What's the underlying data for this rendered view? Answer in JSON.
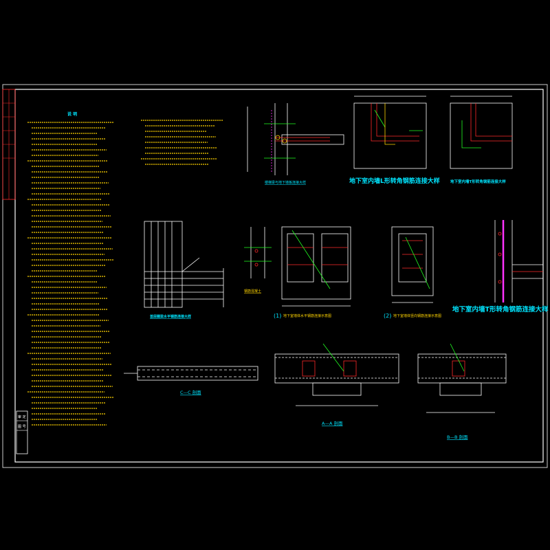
{
  "notes": {
    "heading": "说 明"
  },
  "titles": {
    "t1": "楼梯梁与地下墙板连接大样",
    "t2": "地下室内墙L形转角钢筋连接大样",
    "t3": "地下室内墙T形转角钢筋连接大样",
    "t4": "地下室内墙T形转角钢筋连接大样",
    "t5": "首层圈梁水平钢筋连接大样",
    "t6": "(1)",
    "t6b": "地下室墙体水平钢筋连接示意图",
    "t7": "(2)",
    "t7b": "地下室墙体竖向钢筋连接示意图",
    "t8": "C—C 剖面",
    "t9": "A—A 剖面",
    "t10": "B—B 剖面",
    "t11": "钢筋混凝土"
  },
  "title_block": {
    "a": "审 定",
    "b": "图 号"
  },
  "colors": {
    "frame": "#ffffff",
    "notes": "#ffd400",
    "detail": "#ffffff",
    "green": "#22ff22",
    "red": "#ff2a2a",
    "magenta": "#ff33ff",
    "cyan": "#00e5ff"
  }
}
